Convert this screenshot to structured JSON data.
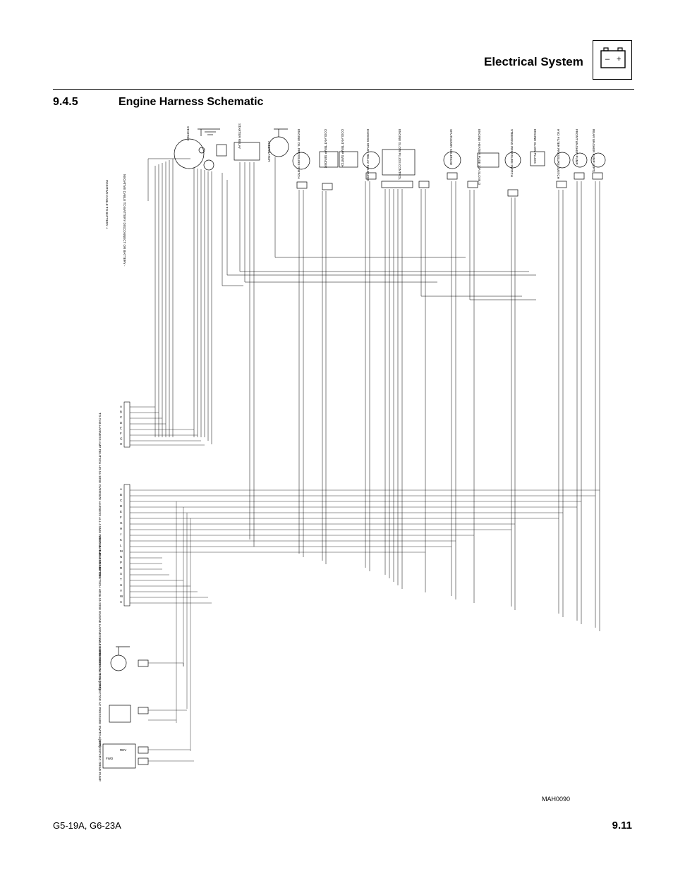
{
  "header": {
    "title": "Electrical System",
    "battery_icon": "battery-icon",
    "battery_minus": "–",
    "battery_plus": "+"
  },
  "section": {
    "number": "9.4.5",
    "title": "Engine Harness Schematic"
  },
  "figure_id": "MAH0090",
  "footer": {
    "models": "G5-19A, G6-23A",
    "page": "9.11"
  },
  "components": [
    "STARTER",
    "STARTER RELAY",
    "ALTERNATOR",
    "ENGINE OIL PRESSURE SWITCH",
    "COOLANT TEMP SENDER",
    "COOLANT TEMP SWITCH",
    "EXCESS START RELAY SOLENOID",
    "ENGINE GLOW PLUGS CONTROL",
    "SHUTDOWN SOLENOID",
    "ENGINE HEATER FUSE 10A SLO BLO",
    "STEERING PRESSURE SWITCH",
    "ENGINE GLOW PLUGS",
    "HYD FILTER PRESSURE SWITCH",
    "FRONT WASHER PUMP",
    "REAR WASHER PUMP (OPT)"
  ],
  "battery_cables": [
    "POSITIVE CABLE TO BATTERY +",
    "NEGATIVE CABLE TO BATTERY DISCONNECT OR BATTERY -"
  ],
  "cab_connector": {
    "label": "TO CAB HARNESS AMP DEUTSCH HD-16-18SE OVERSIZE HARNESS ALL 4 5MM WIRES IN THIS CONNECTOR",
    "pins": [
      "A",
      "B",
      "C",
      "D",
      "E",
      "F",
      "G",
      "H"
    ]
  },
  "engine_connector": {
    "label": "TO CAB HARNESS AMP DEUTSCH HD36-24-23SE ENGINE HARNESS ALL 1.5MM WIRES IN THIS CONNECTOR",
    "pins": [
      "A",
      "B",
      "C",
      "D",
      "E",
      "F",
      "G",
      "H",
      "J",
      "K",
      "L",
      "M",
      "N",
      "P",
      "R",
      "S",
      "T",
      "U",
      "V",
      "W",
      "X"
    ]
  },
  "bottom_components": [
    "AC COMPRESSOR CLUTCH (OPT)",
    "AC PRESSURE SWITCH (OPT)",
    "HYDROSTATIC DRIVE PUMP"
  ],
  "drive_pump_labels": [
    "FWD",
    "REV"
  ]
}
